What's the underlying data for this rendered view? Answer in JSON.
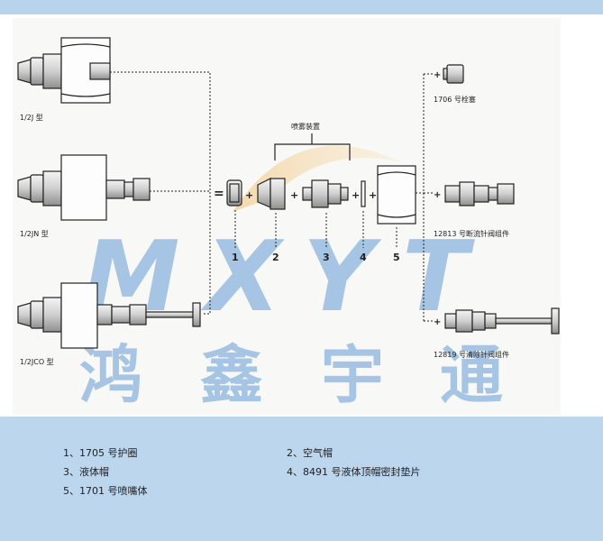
{
  "watermark": {
    "letters": "MXYT",
    "chinese": [
      "鸿",
      "鑫",
      "宇",
      "通"
    ],
    "logo_color": "#e8a04a",
    "text_color": "#7aa7d8"
  },
  "assemblies": {
    "left": [
      "1/2J 型",
      "1/2JN 型",
      "1/2JCO 型"
    ],
    "right": [
      "1706 号栓塞",
      "12813 号断流针阀组件",
      "12819 号清除针阀组件"
    ]
  },
  "spray_setup_label": "喷雾装置",
  "part_numbers": [
    "1",
    "2",
    "3",
    "4",
    "5"
  ],
  "operators": {
    "equals": "=",
    "plus": "+"
  },
  "legend": [
    "1、1705 号护圈",
    "2、空气帽",
    "3、液体帽",
    "4、8491 号液体顶帽密封垫片",
    "5、1701 号喷嘴体"
  ],
  "colors": {
    "top_band": "#b8d4ec",
    "legend_band": "#bcd6ee",
    "line": "#222222"
  }
}
